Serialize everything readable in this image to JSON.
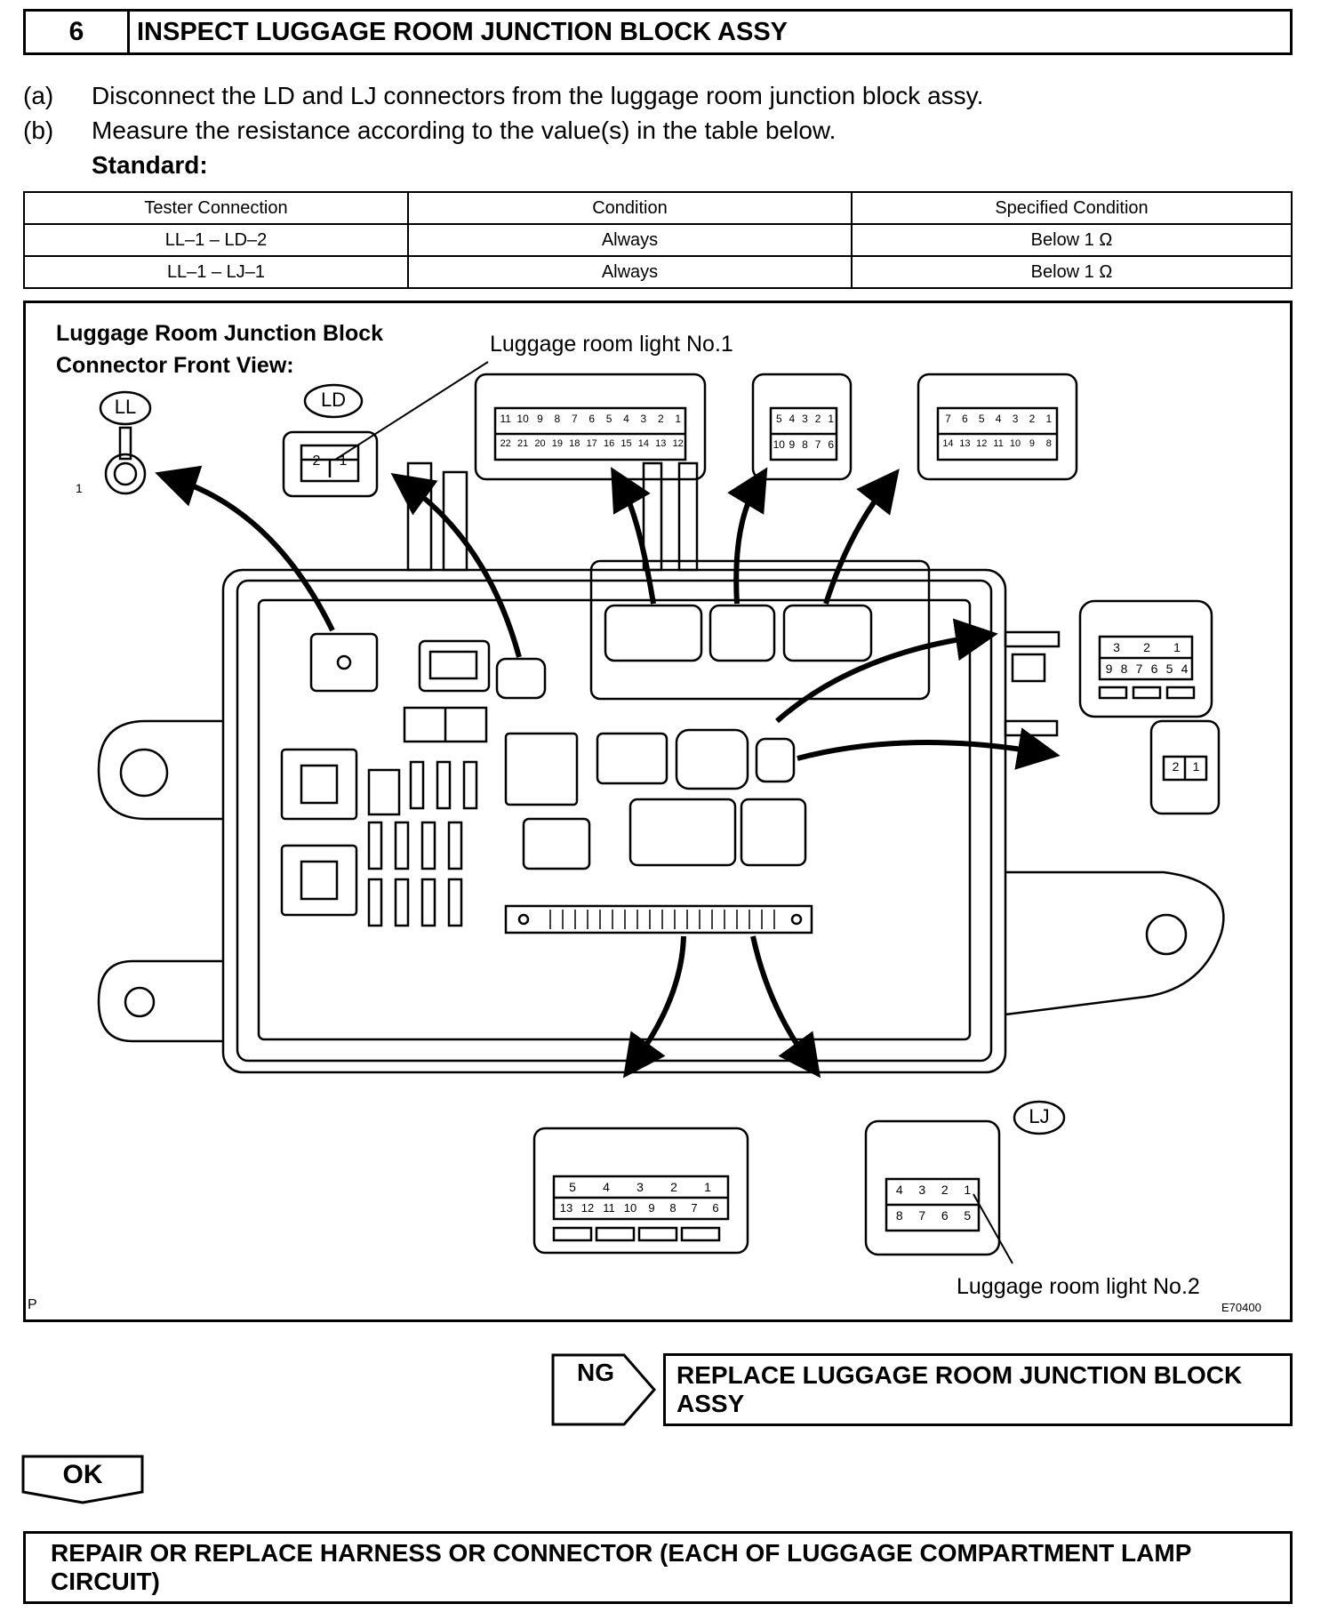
{
  "step": {
    "number": "6",
    "title": "INSPECT LUGGAGE ROOM JUNCTION BLOCK ASSY"
  },
  "instructions": [
    {
      "label": "(a)",
      "text": "Disconnect the LD and LJ connectors from the luggage room junction block assy."
    },
    {
      "label": "(b)",
      "text": "Measure the resistance according to the value(s) in the table below."
    }
  ],
  "standard_label": "Standard:",
  "table": {
    "headers": [
      "Tester Connection",
      "Condition",
      "Specified Condition"
    ],
    "rows": [
      [
        "LL–1 – LD–2",
        "Always",
        "Below 1 Ω"
      ],
      [
        "LL–1 – LJ–1",
        "Always",
        "Below 1 Ω"
      ]
    ]
  },
  "figure": {
    "title_line1": "Luggage Room Junction Block",
    "title_line2": "Connector Front View:",
    "connector_ll": "LL",
    "connector_ld": "LD",
    "connector_lj": "LJ",
    "ll_pin": "1",
    "callout_light1": "Luggage room light No.1",
    "callout_light2": "Luggage room light No.2",
    "code": "E70400",
    "corner_mark": "P",
    "ld_pins": [
      "2",
      "1"
    ],
    "c22_top": [
      "11",
      "10",
      "9",
      "8",
      "7",
      "6",
      "5",
      "4",
      "3",
      "2",
      "1"
    ],
    "c22_bottom": [
      "22",
      "21",
      "20",
      "19",
      "18",
      "17",
      "16",
      "15",
      "14",
      "13",
      "12"
    ],
    "c10_top": [
      "5",
      "4",
      "3",
      "2",
      "1"
    ],
    "c10_bottom": [
      "10",
      "9",
      "8",
      "7",
      "6"
    ],
    "c14_top": [
      "7",
      "6",
      "5",
      "4",
      "3",
      "2",
      "1"
    ],
    "c14_bottom": [
      "14",
      "13",
      "12",
      "11",
      "10",
      "9",
      "8"
    ],
    "r9_top": [
      "3",
      "2",
      "1"
    ],
    "r9_bottom": [
      "9",
      "8",
      "7",
      "6",
      "5",
      "4"
    ],
    "r2_pins": [
      "2",
      "1"
    ],
    "b13_top": [
      "5",
      "4",
      "3",
      "2",
      "1"
    ],
    "b13_bottom": [
      "13",
      "12",
      "11",
      "10",
      "9",
      "8",
      "7",
      "6"
    ],
    "lj_top": [
      "4",
      "3",
      "2",
      "1"
    ],
    "lj_bottom": [
      "8",
      "7",
      "6",
      "5"
    ]
  },
  "ng": {
    "label": "NG",
    "action": "REPLACE LUGGAGE ROOM JUNCTION BLOCK ASSY"
  },
  "ok": {
    "label": "OK",
    "action": "REPAIR OR REPLACE HARNESS OR CONNECTOR (EACH OF LUGGAGE COMPARTMENT LAMP CIRCUIT)"
  }
}
